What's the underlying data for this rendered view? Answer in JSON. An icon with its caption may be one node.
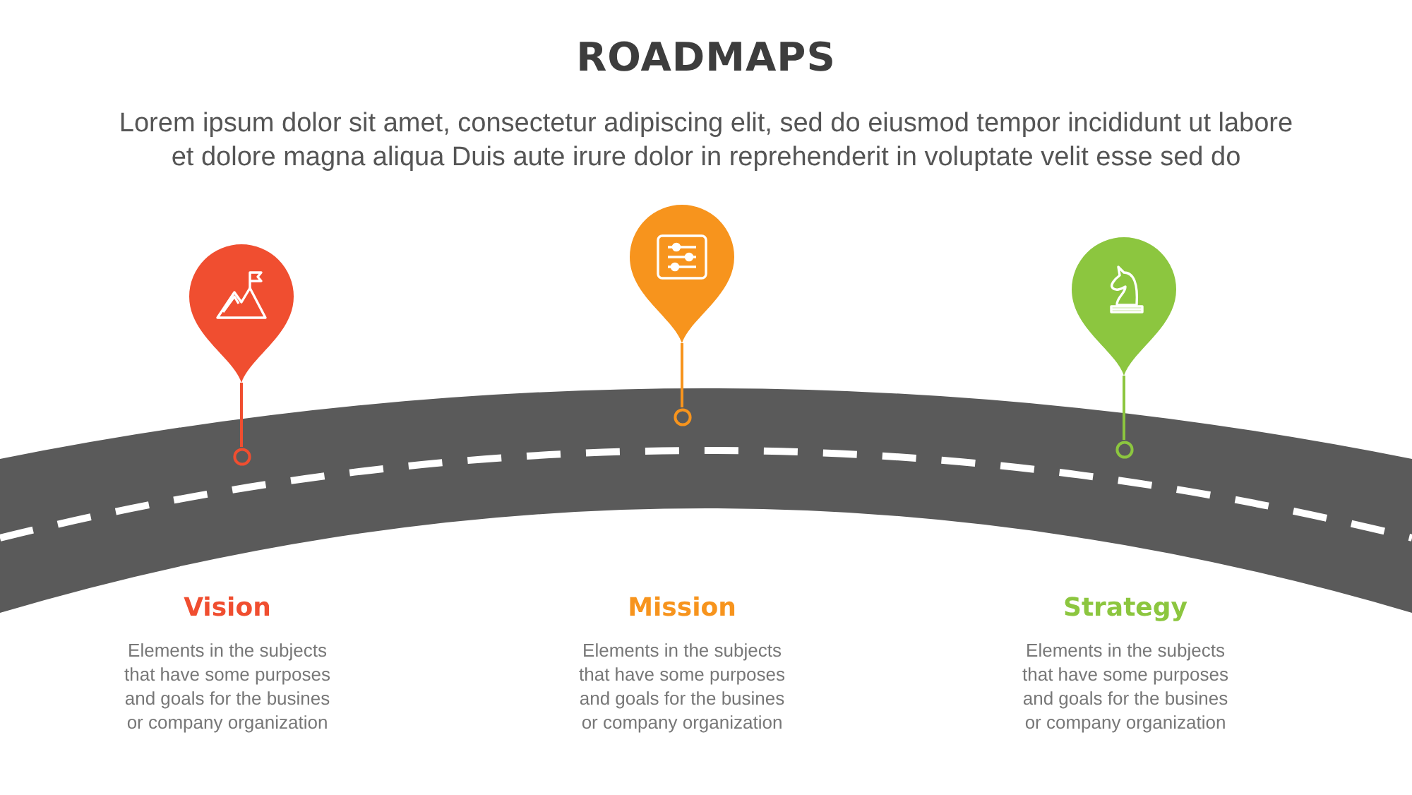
{
  "diagram": {
    "title": "ROADMAPS",
    "nodes": [
      {
        "text": [],
        "shape": "pin"
      },
      {
        "text": [],
        "shape": "pin"
      },
      {
        "text": [],
        "shape": "pin"
      },
      {
        "text": [],
        "shape": "circle"
      },
      {
        "text": [],
        "shape": "circle"
      },
      {
        "text": [],
        "shape": "circle"
      }
    ],
    "edges": [
      {
        "from": 0,
        "to": 3,
        "arrow": "none",
        "color": "#f04e30"
      },
      {
        "from": 1,
        "to": 4,
        "arrow": "none",
        "color": "#f7941d"
      },
      {
        "from": 2,
        "to": 5,
        "arrow": "none",
        "color": "#8cc63f"
      }
    ],
    "labels": [
      "Lorem ipsum dolor sit amet, consectetur adipiscing elit, sed do eiusmod tempor incididunt ut labore et dolore magna aliqua Duis aute irure dolor in reprehenderit in voluptate velit esse sed do",
      "Vision",
      "Elements in the subjects that have some purposes and goals for the busines or company organization",
      "Mission",
      "Elements in the subjects that have some purposes and goals for the busines or company organization",
      "Strategy",
      "Elements in the subjects that have some purposes and goals for the busines or company organization"
    ]
  }
}
